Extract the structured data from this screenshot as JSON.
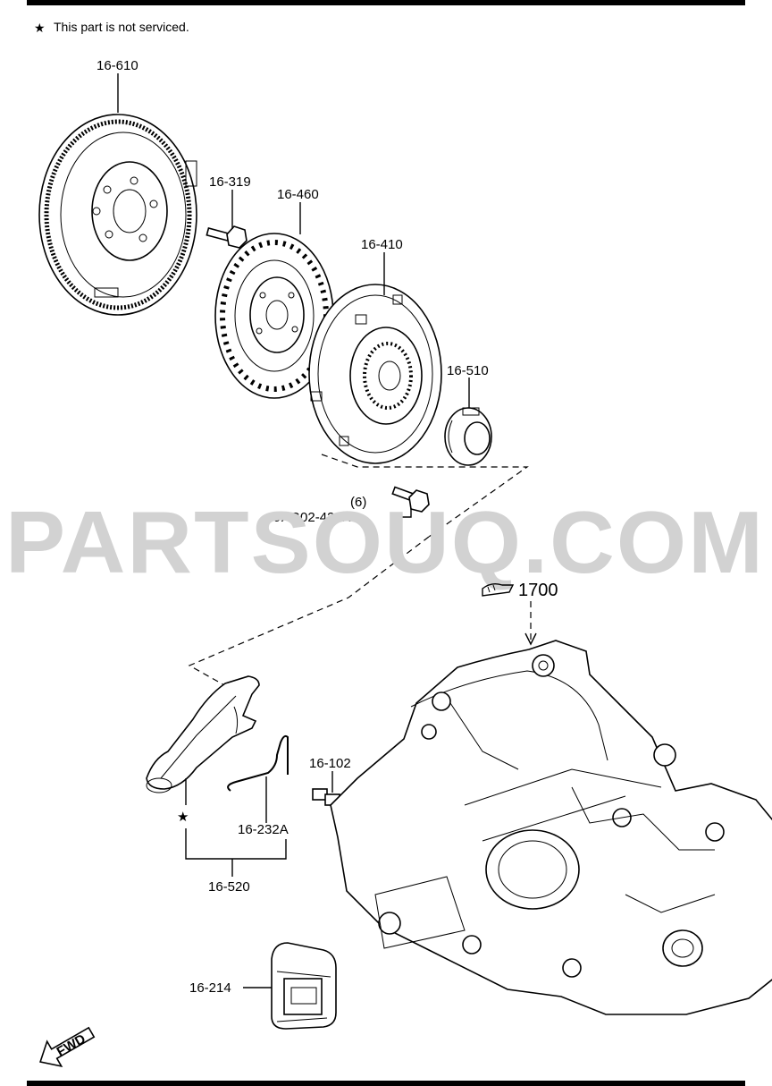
{
  "note": {
    "symbol": "★",
    "text": "This part is not serviced."
  },
  "watermark": "PARTSOUQ.COM",
  "callouts": {
    "flywheel": "16-610",
    "flywheel_bolt": "16-319",
    "clutch_disc": "16-460",
    "clutch_cover": "16-410",
    "release_bearing": "16-510",
    "cover_bolt_qty": "(6)",
    "cover_bolt": "9XG02-426X3",
    "transaxle_ref": "1700",
    "pivot_pin": "16-102",
    "clip": "16-232A",
    "fork_assembly": "16-520",
    "fork_star": "★",
    "boot": "16-214"
  },
  "fwd_arrow": "FWD",
  "icons": {
    "transaxle_ref": "see-other-page-icon",
    "fwd": "fwd-arrow-icon"
  }
}
